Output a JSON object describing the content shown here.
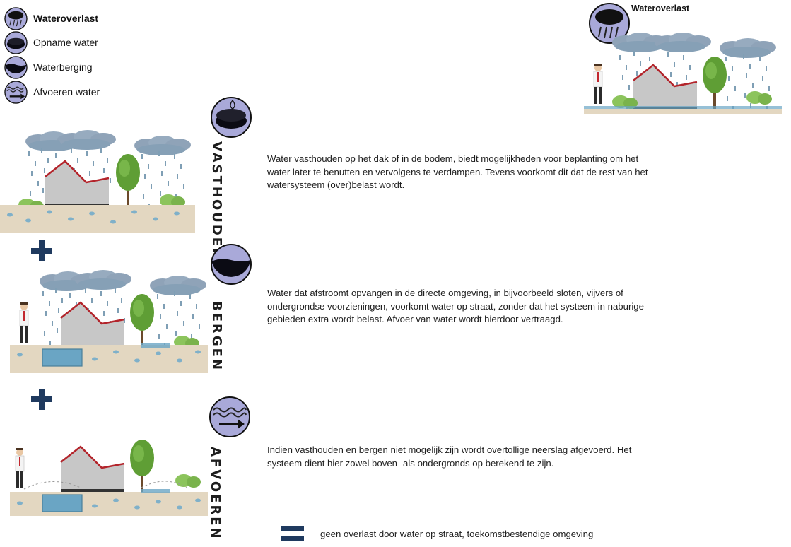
{
  "legend": {
    "items": [
      {
        "label": "Wateroverlast",
        "icon": "rain-cloud-icon",
        "bold": true
      },
      {
        "label": "Opname water",
        "icon": "soil-absorb-icon",
        "bold": false
      },
      {
        "label": "Waterberging",
        "icon": "water-storage-icon",
        "bold": false
      },
      {
        "label": "Afvoeren water",
        "icon": "water-drain-icon",
        "bold": false
      }
    ]
  },
  "top_panel": {
    "title": "Wateroverlast"
  },
  "sections": [
    {
      "label": "VASTHOUDEN",
      "description": "Water vasthouden op het dak of in de bodem, biedt mogelijkheden voor beplanting om het water later te benutten en vervolgens te verdampen. Tevens voorkomt dit dat de rest van het watersysteem (over)belast wordt."
    },
    {
      "label": "BERGEN",
      "description": "Water dat afstroomt opvangen in de directe omgeving, in bijvoorbeeld sloten, vijvers of ondergrondse voorzieningen, voorkomt water op straat, zonder dat het systeem in naburige gebieden extra wordt belast. Afvoer van water wordt hierdoor vertraagd."
    },
    {
      "label": "AFVOEREN",
      "description": "Indien vasthouden en bergen niet mogelijk zijn wordt overtollige neerslag afgevoerd. Het systeem dient hier zowel boven- als ondergronds op berekend te zijn."
    }
  ],
  "conclusion": {
    "text": "geen overlast door water op straat, toekomstbestendige omgeving"
  },
  "colors": {
    "icon_fill": "#a9a9d9",
    "icon_dark": "#0b0b14",
    "operator": "#1f3a5f",
    "cloud": "#8fa3b8",
    "rain": "#7f9fb5",
    "ground": "#e3d7c1",
    "house_wall": "#c7c7c7",
    "roof": "#b3242b",
    "tree": "#5f9e35",
    "storage": "#6aa5c4"
  }
}
